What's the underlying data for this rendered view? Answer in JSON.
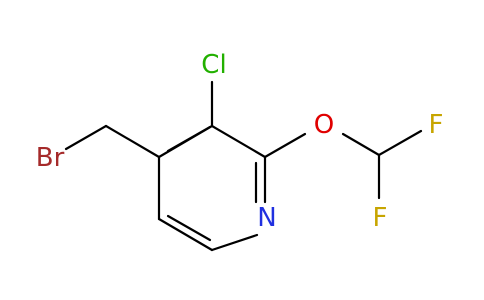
{
  "molecule": {
    "atoms": {
      "br": {
        "label": "Br",
        "color": "#A52A2A"
      },
      "cl": {
        "label": "Cl",
        "color": "#22B000"
      },
      "o": {
        "label": "O",
        "color": "#E00000"
      },
      "f1": {
        "label": "F",
        "color": "#C7A500"
      },
      "f2": {
        "label": "F",
        "color": "#C7A500"
      },
      "n": {
        "label": "N",
        "color": "#2030E0"
      }
    },
    "bond_color": "#000000"
  }
}
